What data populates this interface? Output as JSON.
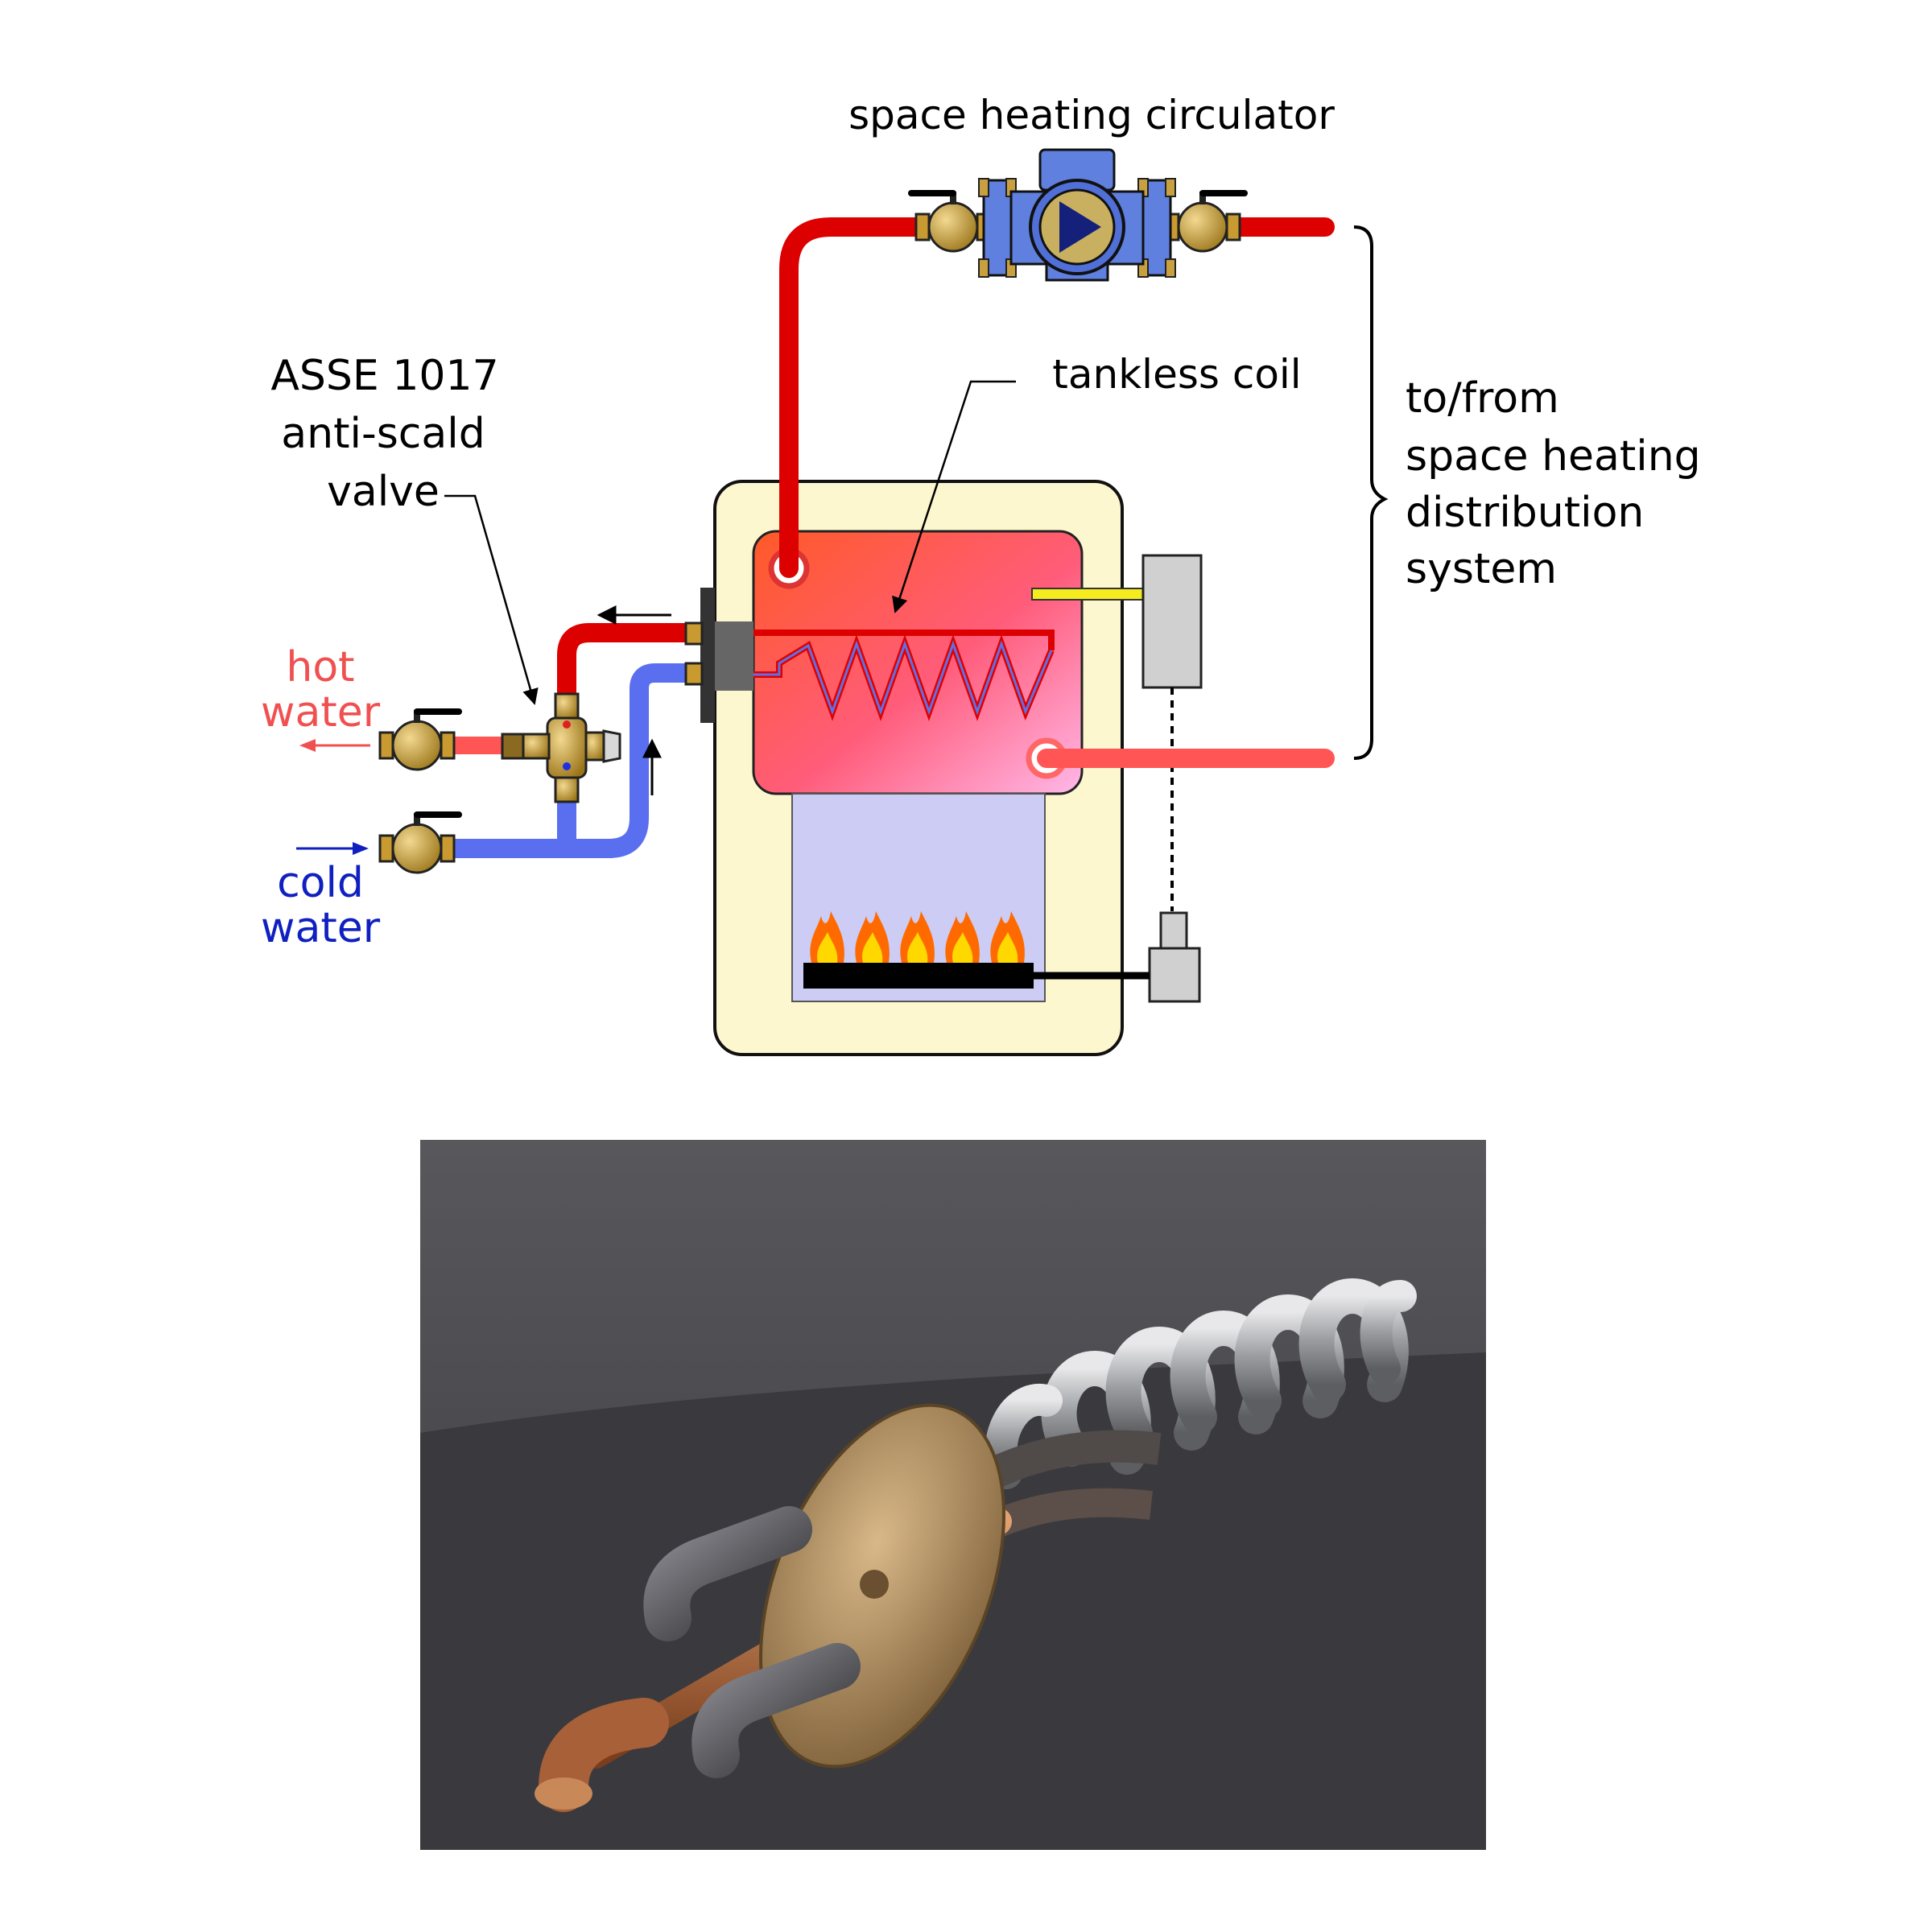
{
  "labels": {
    "circulator": "space heating circulator",
    "coil": "tankless coil",
    "valve_line1": "ASSE 1017",
    "valve_line2": "anti-scald",
    "valve_line3": "valve",
    "hot_line1": "hot",
    "hot_line2": "water",
    "cold_line1": "cold",
    "cold_line2": "water",
    "dist_line1": "to/from",
    "dist_line2": "space heating",
    "dist_line3": "distribution",
    "dist_line4": "system"
  },
  "colors": {
    "hot_pipe": "#dd0000",
    "return_pipe": "#ff5555",
    "cold_pipe": "#5a6ef0",
    "hot_text": "#f05050",
    "cold_text": "#1020c0",
    "boiler_jacket": "#fdf7cf",
    "firebox": "#ccccf5",
    "pump_body": "#6080e0",
    "brass": "#c8a040",
    "photo_bg": "#48484c"
  },
  "icons": {
    "pump": "circulator-pump-icon",
    "valve": "ball-valve-icon",
    "flame": "burner-flame-icon",
    "photo": "tankless-coil-photo"
  }
}
